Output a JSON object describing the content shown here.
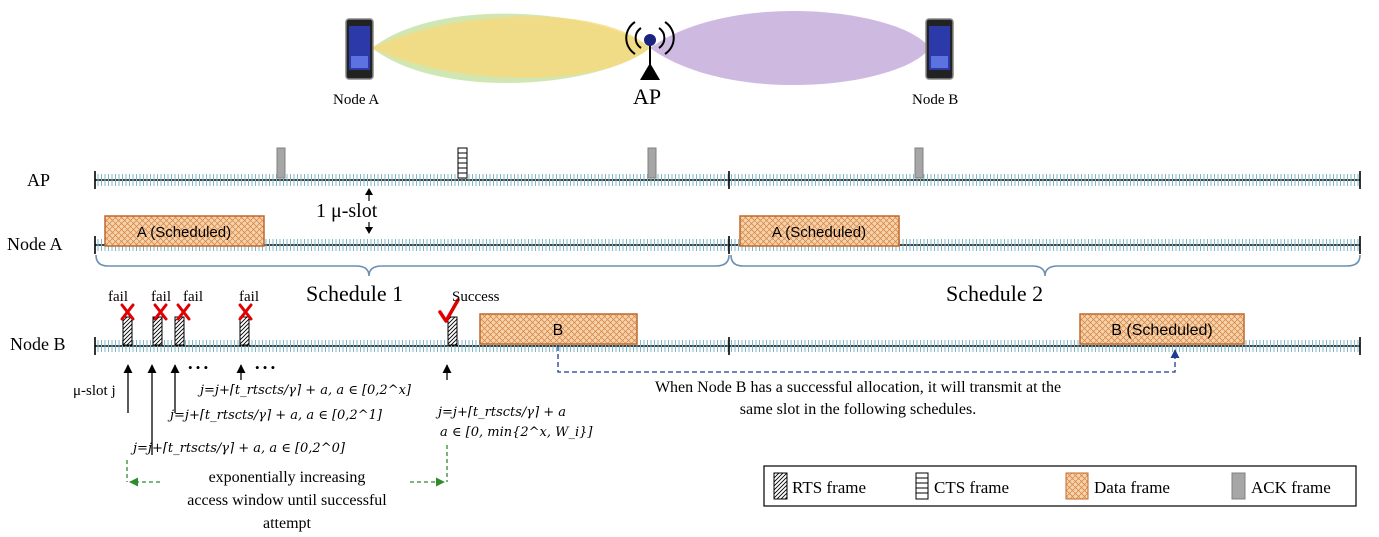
{
  "top": {
    "node_a_label": "Node A",
    "ap_label": "AP",
    "node_b_label": "Node B"
  },
  "rows": {
    "ap": "AP",
    "node_a": "Node A",
    "node_b": "Node B"
  },
  "slot_label": "1 μ-slot",
  "schedules": [
    "Schedule 1",
    "Schedule 2"
  ],
  "frames": {
    "a_scheduled": "A (Scheduled)",
    "b": "B",
    "b_scheduled": "B (Scheduled)"
  },
  "attempts": {
    "fail": "fail",
    "success": "Success",
    "dots": "• • •"
  },
  "annotations": {
    "mu_slot_j": "μ-slot j",
    "eq_x": "j=j+⌈t_rtscts/γ⌉ + a, a ∈ [0,2^x]",
    "eq_1": "j=j+⌈t_rtscts/γ⌉ + a, a ∈ [0,2^1]",
    "eq_0": "j=j+⌈t_rtscts/γ⌉ + a, a ∈ [0,2^0]",
    "eq_success_1": "j=j+⌈t_rtscts/γ⌉ + a",
    "eq_success_2": "a ∈ [0, min{2^x, W_i}]",
    "window_line1": "exponentially increasing",
    "window_line2": "access window until successful",
    "window_line3": "attempt",
    "node_b_note_line1": "When Node B has a successful allocation, it will transmit at the",
    "node_b_note_line2": "same slot in the following schedules."
  },
  "legend": {
    "rts": "RTS frame",
    "cts": "CTS frame",
    "data": "Data frame",
    "ack": "ACK frame"
  },
  "colors": {
    "timeline": "#7fb7c9",
    "data_frame_fill": "#f3c79a",
    "data_frame_border": "#c0692b",
    "ack": "#a6a6a6",
    "fail_mark": "#e00000",
    "success_mark": "#e00000",
    "beam_green": "#c9e3a6",
    "beam_yellow": "#f7d97a",
    "beam_purple": "#c9b3dd",
    "node_b_note_arrow": "#1f3a93",
    "window_arrow": "#2e8b2e",
    "ap_dot": "#1a237e"
  }
}
